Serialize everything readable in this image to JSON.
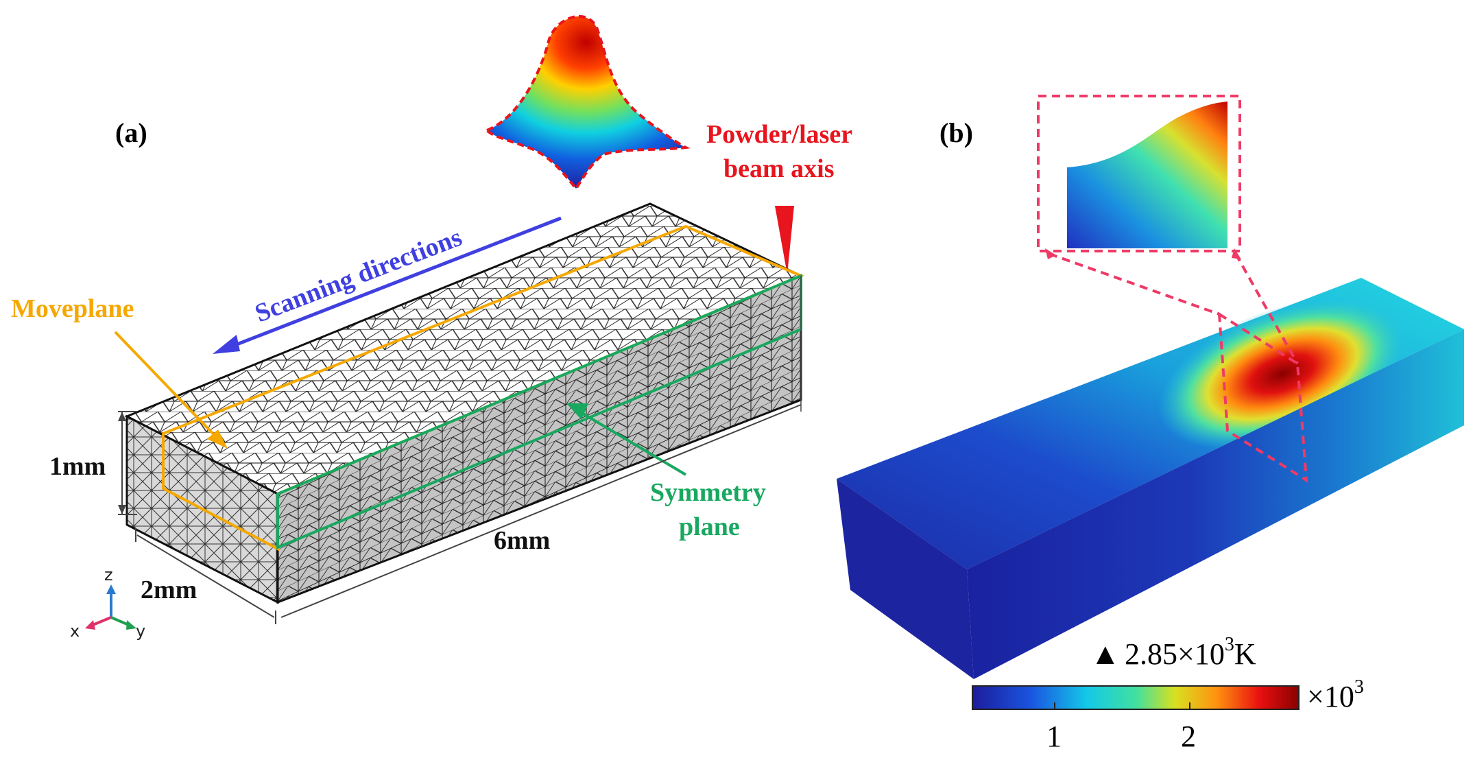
{
  "panel_a": {
    "label": "(a)",
    "powder_label_line1": "Powder/laser",
    "powder_label_line2": "beam axis",
    "scanning_label": "Scanning directions",
    "moveplane_label": "Moveplane",
    "symmetry_label_line1": "Symmetry",
    "symmetry_label_line2": "plane",
    "dim_height": "1mm",
    "dim_width": "2mm",
    "dim_length": "6mm",
    "axis_z": "z",
    "axis_x": "x",
    "axis_y": "y"
  },
  "panel_b": {
    "label": "(b)",
    "max_marker": "▲",
    "max_value": "2.85×10",
    "max_exp": "3",
    "max_unit": "K",
    "colorbar_multiplier": "×10",
    "colorbar_exp": "3",
    "tick_1": "1",
    "tick_2": "2"
  },
  "colors": {
    "red_accent": "#e8141e",
    "blue_arrow": "#4040e0",
    "orange_moveplane": "#f5a800",
    "green_symmetry": "#18a860",
    "pink_dashed": "#ee3a66"
  }
}
